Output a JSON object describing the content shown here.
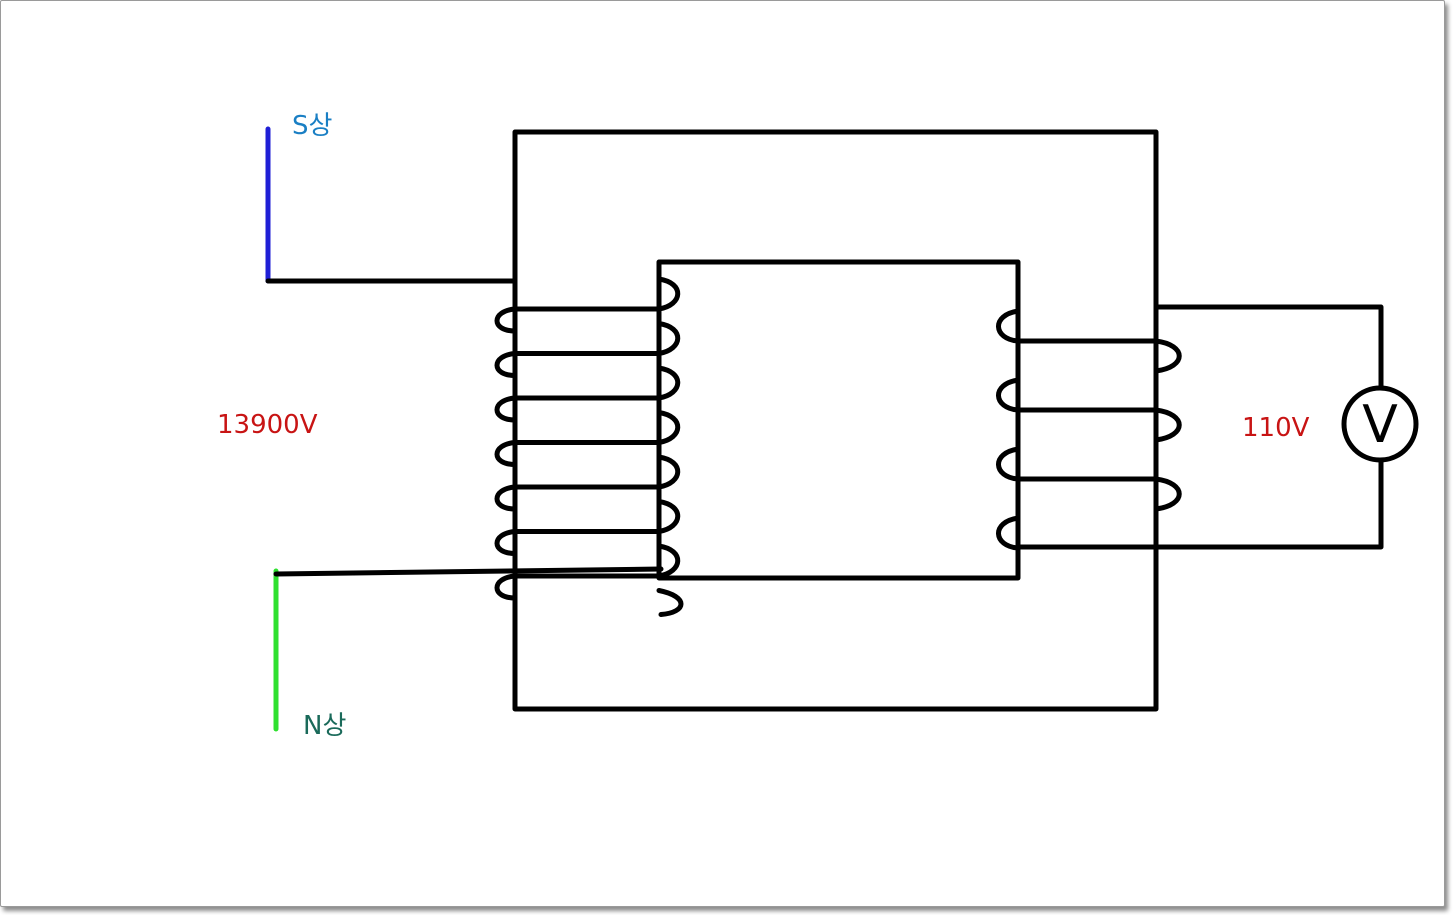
{
  "labels": {
    "s_phase": "S상",
    "n_phase": "N상",
    "primary_voltage": "13900V",
    "secondary_voltage": "110V",
    "meter_symbol": "V"
  },
  "colors": {
    "wire": "#000000",
    "s_phase_wire": "#1f1fd6",
    "n_phase_wire": "#2fe02f",
    "s_phase_text": "#1a7fc4",
    "n_phase_text": "#1a6a5a",
    "voltage_text": "#c81414"
  },
  "windings": {
    "primary_turns": 7,
    "secondary_turns": 4
  }
}
